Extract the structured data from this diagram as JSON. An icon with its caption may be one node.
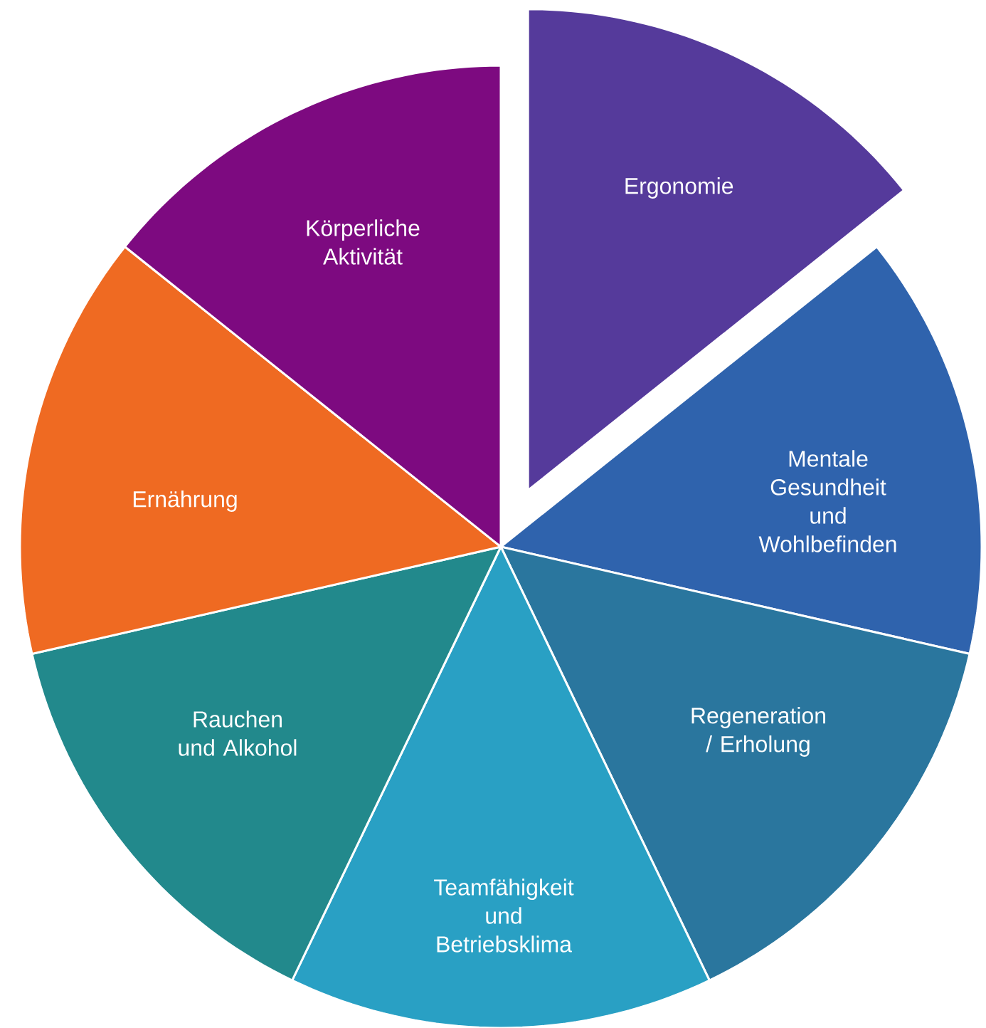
{
  "diagram": {
    "nodes": [
      {
        "text": [
          "Ergonomie"
        ]
      },
      {
        "text": [
          "Mentale Gesundheit und Wohlbefinden"
        ]
      },
      {
        "text": [
          "Regeneration / Erholung"
        ]
      },
      {
        "text": [
          "Teamfähigkeit und Betriebsklima"
        ]
      },
      {
        "text": [
          "Rauchen und Alkohol"
        ]
      },
      {
        "text": [
          "Ernährung"
        ]
      },
      {
        "text": [
          "Körperliche Aktivität"
        ]
      }
    ]
  }
}
